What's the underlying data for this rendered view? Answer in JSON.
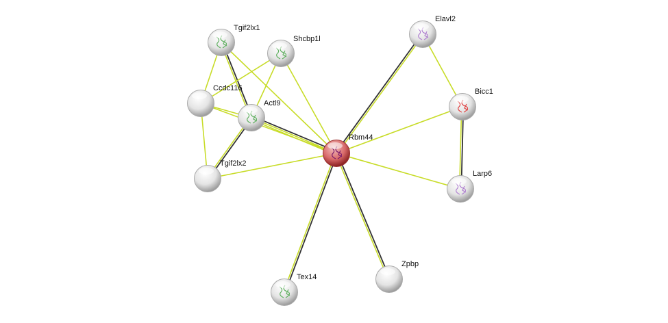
{
  "colors": {
    "edge_textmining": "#c8dc28",
    "edge_coexpression": "#333333",
    "query_node": "#d05050",
    "node": "#e8e8e8"
  },
  "nodes": [
    {
      "id": "Tgif2lx1",
      "label": "Tgif2lx1",
      "structure": true,
      "query": false
    },
    {
      "id": "Shcbp1l",
      "label": "Shcbp1l",
      "structure": true,
      "query": false
    },
    {
      "id": "Ccdc116",
      "label": "Ccdc116",
      "structure": false,
      "query": false
    },
    {
      "id": "Actl9",
      "label": "Actl9",
      "structure": true,
      "query": false
    },
    {
      "id": "Tgif2lx2",
      "label": "Tgif2lx2",
      "structure": false,
      "query": false
    },
    {
      "id": "Rbm44",
      "label": "Rbm44",
      "structure": true,
      "query": true
    },
    {
      "id": "Elavl2",
      "label": "Elavl2",
      "structure": true,
      "query": false
    },
    {
      "id": "Bicc1",
      "label": "Bicc1",
      "structure": true,
      "query": false
    },
    {
      "id": "Larp6",
      "label": "Larp6",
      "structure": true,
      "query": false
    },
    {
      "id": "Tex14",
      "label": "Tex14",
      "structure": true,
      "query": false
    },
    {
      "id": "Zpbp",
      "label": "Zpbp",
      "structure": false,
      "query": false
    }
  ],
  "edges": [
    {
      "a": "Tgif2lx1",
      "b": "Ccdc116",
      "channels": [
        "textmining"
      ]
    },
    {
      "a": "Tgif2lx1",
      "b": "Actl9",
      "channels": [
        "coexpression",
        "textmining"
      ]
    },
    {
      "a": "Tgif2lx1",
      "b": "Rbm44",
      "channels": [
        "textmining"
      ]
    },
    {
      "a": "Shcbp1l",
      "b": "Ccdc116",
      "channels": [
        "textmining"
      ]
    },
    {
      "a": "Shcbp1l",
      "b": "Actl9",
      "channels": [
        "textmining"
      ]
    },
    {
      "a": "Shcbp1l",
      "b": "Rbm44",
      "channels": [
        "textmining"
      ]
    },
    {
      "a": "Ccdc116",
      "b": "Actl9",
      "channels": [
        "textmining"
      ]
    },
    {
      "a": "Ccdc116",
      "b": "Rbm44",
      "channels": [
        "textmining"
      ]
    },
    {
      "a": "Ccdc116",
      "b": "Tgif2lx2",
      "channels": [
        "textmining"
      ]
    },
    {
      "a": "Actl9",
      "b": "Tgif2lx2",
      "channels": [
        "coexpression",
        "textmining"
      ]
    },
    {
      "a": "Actl9",
      "b": "Rbm44",
      "channels": [
        "coexpression",
        "textmining",
        "textmining"
      ]
    },
    {
      "a": "Tgif2lx2",
      "b": "Rbm44",
      "channels": [
        "textmining"
      ]
    },
    {
      "a": "Rbm44",
      "b": "Elavl2",
      "channels": [
        "coexpression",
        "textmining"
      ]
    },
    {
      "a": "Rbm44",
      "b": "Bicc1",
      "channels": [
        "textmining"
      ]
    },
    {
      "a": "Rbm44",
      "b": "Larp6",
      "channels": [
        "textmining"
      ]
    },
    {
      "a": "Rbm44",
      "b": "Tex14",
      "channels": [
        "coexpression",
        "textmining"
      ]
    },
    {
      "a": "Rbm44",
      "b": "Zpbp",
      "channels": [
        "coexpression",
        "textmining"
      ]
    },
    {
      "a": "Elavl2",
      "b": "Bicc1",
      "channels": [
        "textmining"
      ]
    },
    {
      "a": "Bicc1",
      "b": "Larp6",
      "channels": [
        "coexpression",
        "textmining"
      ]
    }
  ]
}
